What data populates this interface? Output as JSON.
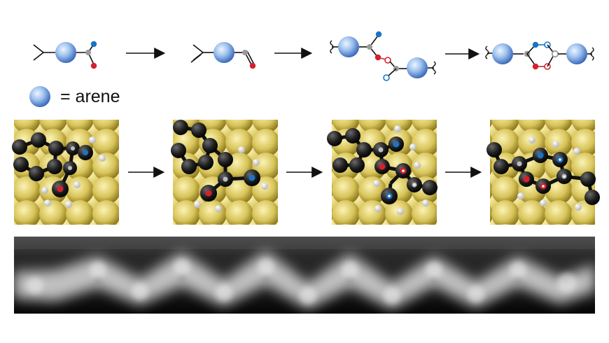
{
  "legend": {
    "label": "= arene",
    "symbol": "arene-sphere-icon"
  },
  "colors": {
    "arene_light": "#bcd6f4",
    "arene_dark": "#3b6fc4",
    "substituent_blue": "#1a74c4",
    "substituent_red": "#d5212e",
    "carbon_gray": "#9a9a9a",
    "gold_surface": "#c9b54a",
    "atom_carbon": "#1c1c1c",
    "atom_hydrogen": "#e6e6e6"
  },
  "scheme_steps": [
    {
      "name": "isopropyl-arene-precursor"
    },
    {
      "name": "vinyl-arene-intermediate"
    },
    {
      "name": "coupled-dimer"
    },
    {
      "name": "cyclized-chain"
    }
  ],
  "afm_image": {
    "name": "afm-polymer-image"
  }
}
